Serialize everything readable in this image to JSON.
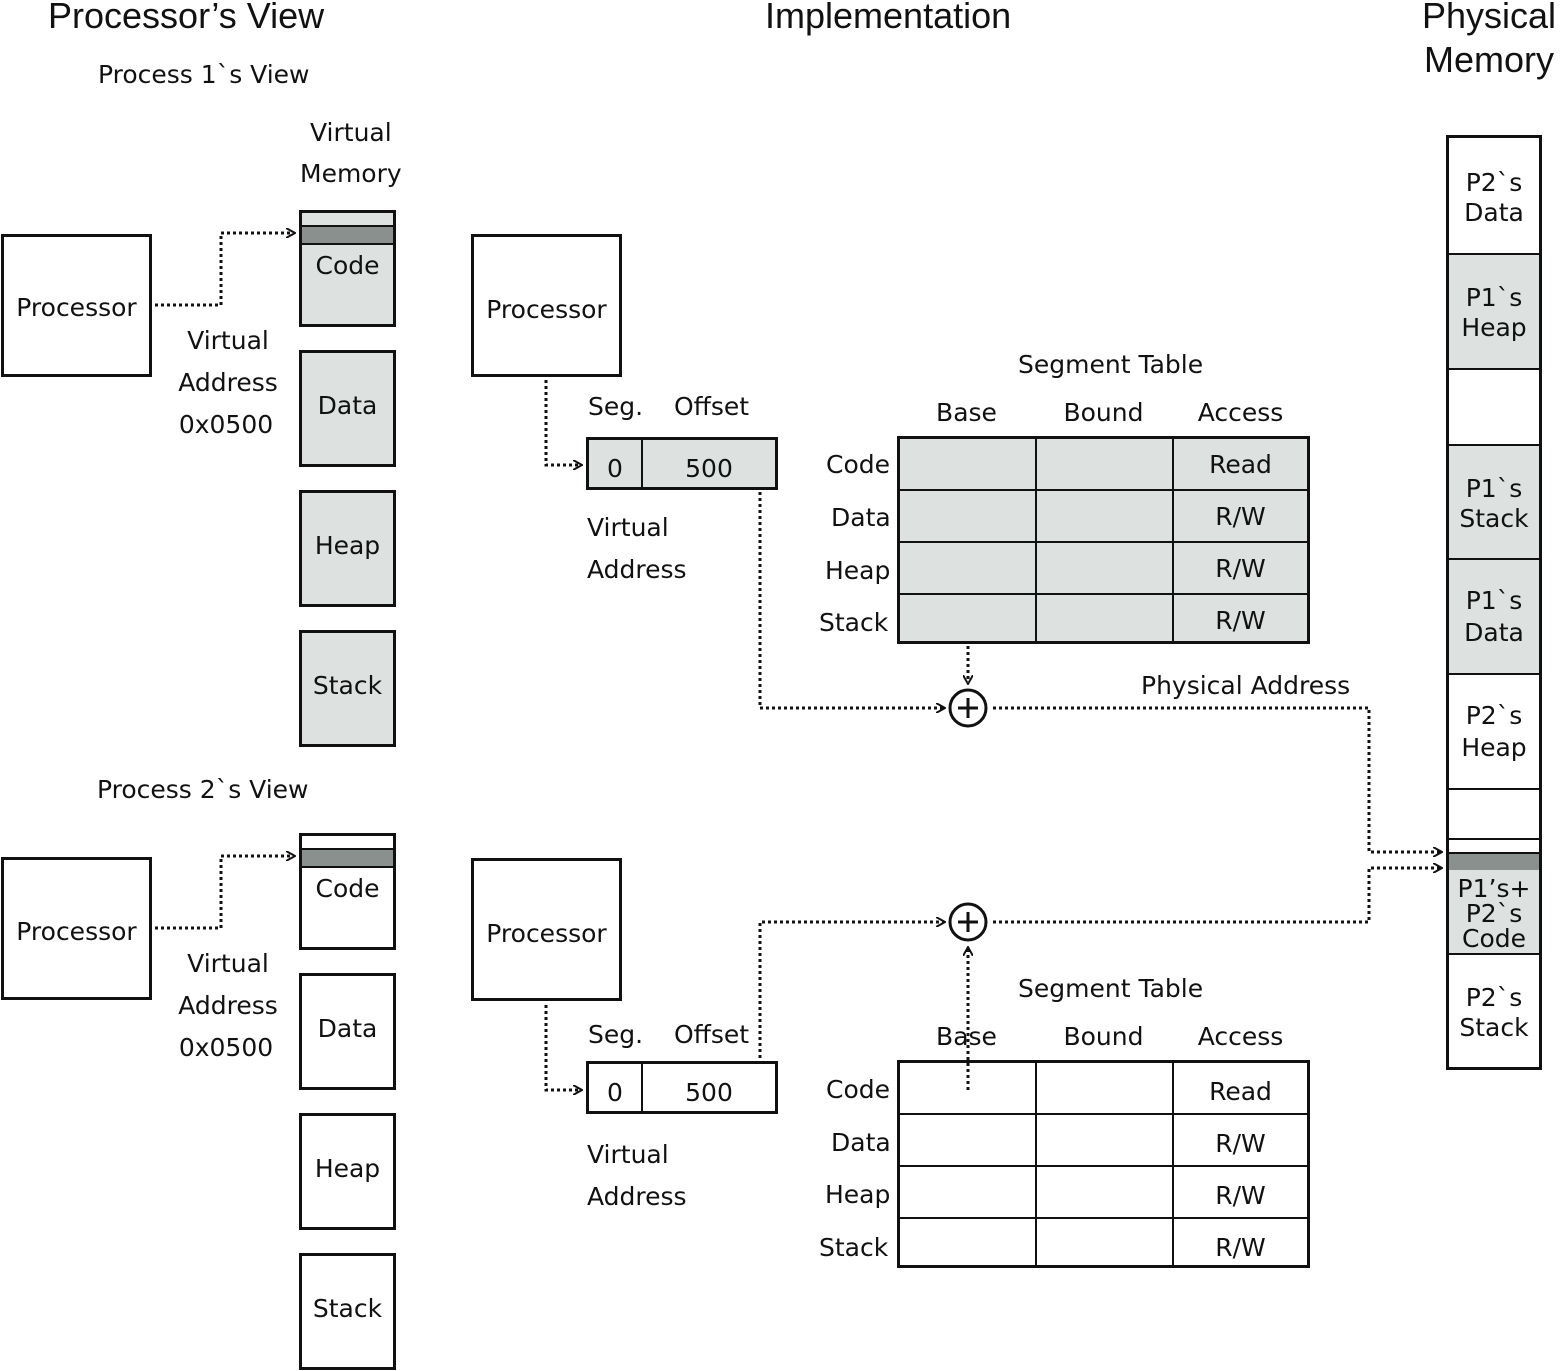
{
  "headers": {
    "processors_view": "Processor’s View",
    "implementation": "Implementation",
    "physical_memory_line1": "Physical",
    "physical_memory_line2": "Memory"
  },
  "process1": {
    "title": "Process 1`s View",
    "processor": "Processor",
    "vm_line1": "Virtual",
    "vm_line2": "Memory",
    "va_line1": "Virtual",
    "va_line2": "Address",
    "va_line3": "0x0500",
    "segments": [
      "Code",
      "Data",
      "Heap",
      "Stack"
    ]
  },
  "process2": {
    "title": "Process 2`s View",
    "processor": "Processor",
    "va_line1": "Virtual",
    "va_line2": "Address",
    "va_line3": "0x0500",
    "segments": [
      "Code",
      "Data",
      "Heap",
      "Stack"
    ]
  },
  "impl1": {
    "processor": "Processor",
    "seg_header": "Seg.",
    "offset_header": "Offset",
    "seg_value": "0",
    "offset_value": "500",
    "va_line1": "Virtual",
    "va_line2": "Address",
    "table_title": "Segment Table",
    "columns": [
      "Base",
      "Bound",
      "Access"
    ],
    "rows": [
      {
        "name": "Code",
        "access": "Read"
      },
      {
        "name": "Data",
        "access": "R/W"
      },
      {
        "name": "Heap",
        "access": "R/W"
      },
      {
        "name": "Stack",
        "access": "R/W"
      }
    ],
    "adder": "+",
    "physical_address": "Physical Address"
  },
  "impl2": {
    "processor": "Processor",
    "seg_header": "Seg.",
    "offset_header": "Offset",
    "seg_value": "0",
    "offset_value": "500",
    "va_line1": "Virtual",
    "va_line2": "Address",
    "table_title": "Segment Table",
    "columns": [
      "Base",
      "Bound",
      "Access"
    ],
    "rows": [
      {
        "name": "Code",
        "access": "Read"
      },
      {
        "name": "Data",
        "access": "R/W"
      },
      {
        "name": "Heap",
        "access": "R/W"
      },
      {
        "name": "Stack",
        "access": "R/W"
      }
    ],
    "adder": "+"
  },
  "physical_memory": [
    {
      "line1": "P2`s",
      "line2": "Data",
      "line3": "",
      "shaded": false
    },
    {
      "line1": "P1`s",
      "line2": "Heap",
      "line3": "",
      "shaded": true
    },
    {
      "line1": "",
      "line2": "",
      "line3": "",
      "shaded": false
    },
    {
      "line1": "P1`s",
      "line2": "Stack",
      "line3": "",
      "shaded": true
    },
    {
      "line1": "P1`s",
      "line2": "Data",
      "line3": "",
      "shaded": true
    },
    {
      "line1": "P2`s",
      "line2": "Heap",
      "line3": "",
      "shaded": false
    },
    {
      "line1": "",
      "line2": "",
      "line3": "",
      "shaded": false
    },
    {
      "line1": "P1’s+",
      "line2": "P2`s",
      "line3": "Code",
      "shaded": true
    },
    {
      "line1": "P2`s",
      "line2": "Stack",
      "line3": "",
      "shaded": false
    }
  ],
  "colors": {
    "shade": "#dde1e0",
    "band": "#8a908e",
    "ink": "#111111"
  }
}
